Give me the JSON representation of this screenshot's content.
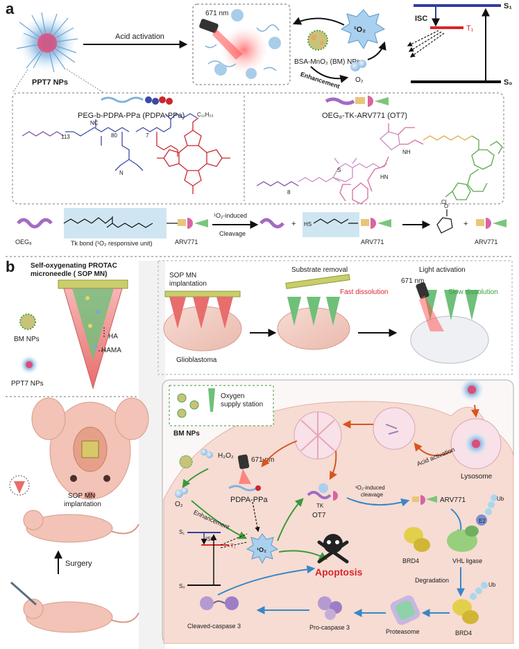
{
  "panel_a": {
    "label": "a",
    "ppt7_nps": "PPT7 NPs",
    "acid_activation": "Acid activation",
    "wavelength": "671 nm",
    "singlet_oxygen": "¹O₂",
    "bm_nps": "BSA-MnO₂ (BM) NPs",
    "enhancement": "Enhancement",
    "o2": "O₂",
    "isc": "ISC",
    "t1": "T₁",
    "s1": "S₁",
    "s0": "S₀",
    "pdpa_title": "PEG-b-PDPA-PPa (PDPA-PPa)",
    "ot7_title": "OEG₈-TK-ARV771 (OT7)",
    "chem_labels": {
      "n113": "113",
      "n80": "80",
      "n7": "7",
      "c12h25": "C₁₂H₂₅",
      "nc": "NC",
      "n8": "8",
      "cl": "Cl",
      "o": "O",
      "s": "S",
      "n": "N",
      "nh": "NH",
      "hn": "HN",
      "hs": "HS"
    },
    "oeg8": "OEG₈",
    "tk_bond": "Tk bond (¹O₂ responsive unit)",
    "arv771": "ARV771",
    "o2_induced": "¹O₂-induced",
    "cleavage": "Cleavage",
    "plus": "+"
  },
  "panel_b": {
    "label": "b",
    "sop_title_1": "Self-oxygenating PROTAC",
    "sop_title_2": "microneedle ( SOP MN)",
    "bm_nps": "BM NPs",
    "ppt7_nps": "PPT7 NPs",
    "ha": "HA",
    "hama": "HAMA",
    "sop_implant_1": "SOP MN",
    "sop_implant_2": "implantation",
    "surgery": "Surgery",
    "step1_1": "SOP MN",
    "step1_2": "implantation",
    "glioblastoma": "Glioblastoma",
    "substrate_removal": "Substrate removal",
    "fast_dissolution": "Fast dissolution",
    "wavelength": "671 nm",
    "light_activation": "Light activation",
    "slow_dissolution": "Slow dissolution",
    "oxygen_station_1": "Oxygen",
    "oxygen_station_2": "supply station",
    "bm_nps_cell": "BM NPs",
    "h2o2": "H₂O₂",
    "o2": "O₂",
    "enhancement": "Enhancement",
    "pdpa_ppa": "PDPA-PPa",
    "acid_activation": "Acid activation",
    "lysosome": "Lysosome",
    "singlet_oxygen": "¹O₂",
    "tk": "TK",
    "ot7": "OT7",
    "induced_cleavage_1": "¹O₂-induced",
    "induced_cleavage_2": "cleavage",
    "arv771": "ARV771",
    "e2": "E2",
    "ub": "Ub",
    "brd4": "BRD4",
    "vhl_ligase": "VHL ligase",
    "degradation": "Degradation",
    "apoptosis": "Apoptosis",
    "proteasome": "Proteasome",
    "pro_caspase": "Pro-caspase 3",
    "cleaved_caspase": "Cleaved-caspase 3",
    "s1": "S₁",
    "s0": "S₀",
    "t1": "T₁",
    "isc": "ISC"
  },
  "colors": {
    "red": "#d8262c",
    "green": "#3a9a3a",
    "blue_arrow": "#3a86c8",
    "orange_arrow": "#d9541e",
    "peg_purple": "#7c4f9e",
    "pdpa_blue": "#3b4aa6",
    "ppa_red": "#c8282e",
    "cell_pink": "#f3d1c9",
    "tk_highlight": "#cfe6f2"
  }
}
